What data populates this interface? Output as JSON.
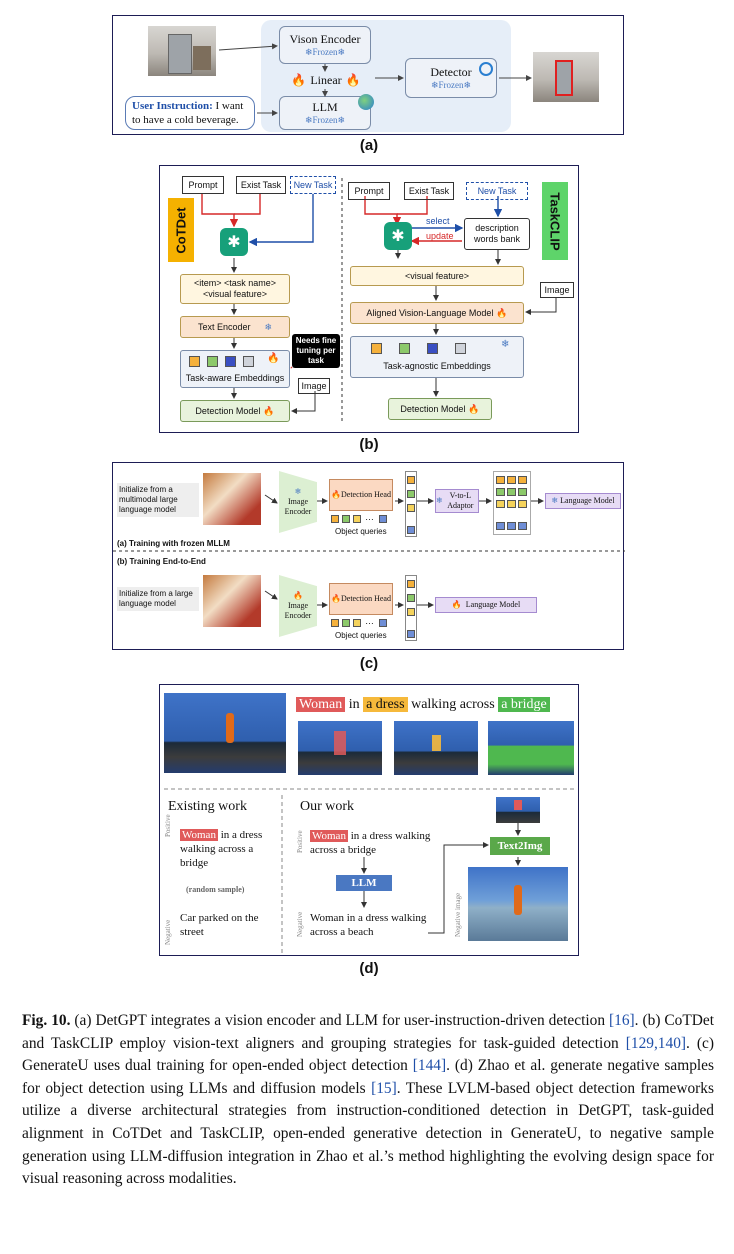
{
  "panel_a": {
    "label": "(a)",
    "vision_encoder": "Vison Encoder",
    "frozen": "Frozen",
    "linear": "Linear",
    "llm": "LLM",
    "detector": "Detector",
    "instruction_prefix": "User Instruction:",
    "instruction_text": " I want to have a cold beverage."
  },
  "panel_b": {
    "label": "(b)",
    "cotdet_title": "CoTDet",
    "taskclip_title": "TaskCLIP",
    "prompt": "Prompt",
    "exist_task": "Exist Task",
    "new_task": "New Task",
    "item_line1": "<item> <task name>",
    "item_line2": "<visual feature>",
    "text_encoder": "Text Encoder",
    "task_aware": "Task-aware Embeddings",
    "needs_fine": "Needs fine tuning per task",
    "image": "Image",
    "detection_model": "Detection Model",
    "select": "select",
    "update": "update",
    "desc_bank": "description words bank",
    "visual_feature": "<visual feature>",
    "aligned": "Aligned Vision-Language Model",
    "task_agnostic": "Task-agnostic Embeddings"
  },
  "panel_c": {
    "label": "(c)",
    "init_mllm": "Initialize from a multimodal large language model",
    "image_encoder": "Image Encoder",
    "detection_head": "Detection Head",
    "object_queries": "Object queries",
    "v_to_l": "V-to-L Adaptor",
    "language_model": "Language Model",
    "train_frozen": "(a) Training with frozen MLLM",
    "train_e2e": "(b) Training End-to-End",
    "init_llm": "Initialize from a large language model"
  },
  "panel_d": {
    "label": "(d)",
    "phrase_woman": "Woman",
    "phrase_in": "in",
    "phrase_dress": "a dress",
    "phrase_walking": "walking across",
    "phrase_bridge": "a bridge",
    "existing_work": "Existing work",
    "our_work": "Our work",
    "positive": "Positive",
    "negative": "Negative",
    "existing_pos_rest": " in a dress walking across a bridge",
    "random_sample": "(random sample)",
    "existing_neg": "Car parked on the street",
    "ours_pos_rest": " in a dress walking across a bridge",
    "llm": "LLM",
    "ours_neg": "Woman in a dress walking across a beach",
    "text2img": "Text2Img",
    "negative_image": "Negative image"
  },
  "caption": {
    "fig_label": "Fig. 10.",
    "t1": " (a) DetGPT integrates a vision encoder and LLM for user-instruction-driven detection ",
    "r1": "[16]",
    "t2": ". (b) CoTDet and TaskCLIP employ vision-text aligners and grouping strategies for task-guided detection ",
    "r2": "[129,140]",
    "t3": ". (c) GenerateU uses dual training for open-ended object detection ",
    "r3": "[144]",
    "t4": ". (d) Zhao et al. generate negative samples for object detection using LLMs and diffusion models ",
    "r4": "[15]",
    "t5": ". These LVLM-based object detection frameworks utilize a diverse architectural strategies from instruction-conditioned detection in DetGPT, task-guided alignment in CoTDet and TaskCLIP, open-ended generative detection in GenerateU, to negative sample generation using LLM-diffusion integration in Zhao et al.’s method highlighting the evolving design space for visual reasoning across modalities."
  },
  "colors": {
    "panel_border": "#1d1d55",
    "blue_text": "#1f4fa8",
    "cotdet_bg": "#f5b100",
    "taskclip_bg": "#5ed46a",
    "red_label": "#e05a5a",
    "orange_label": "#f6b93b",
    "green_label": "#4fb84f"
  }
}
